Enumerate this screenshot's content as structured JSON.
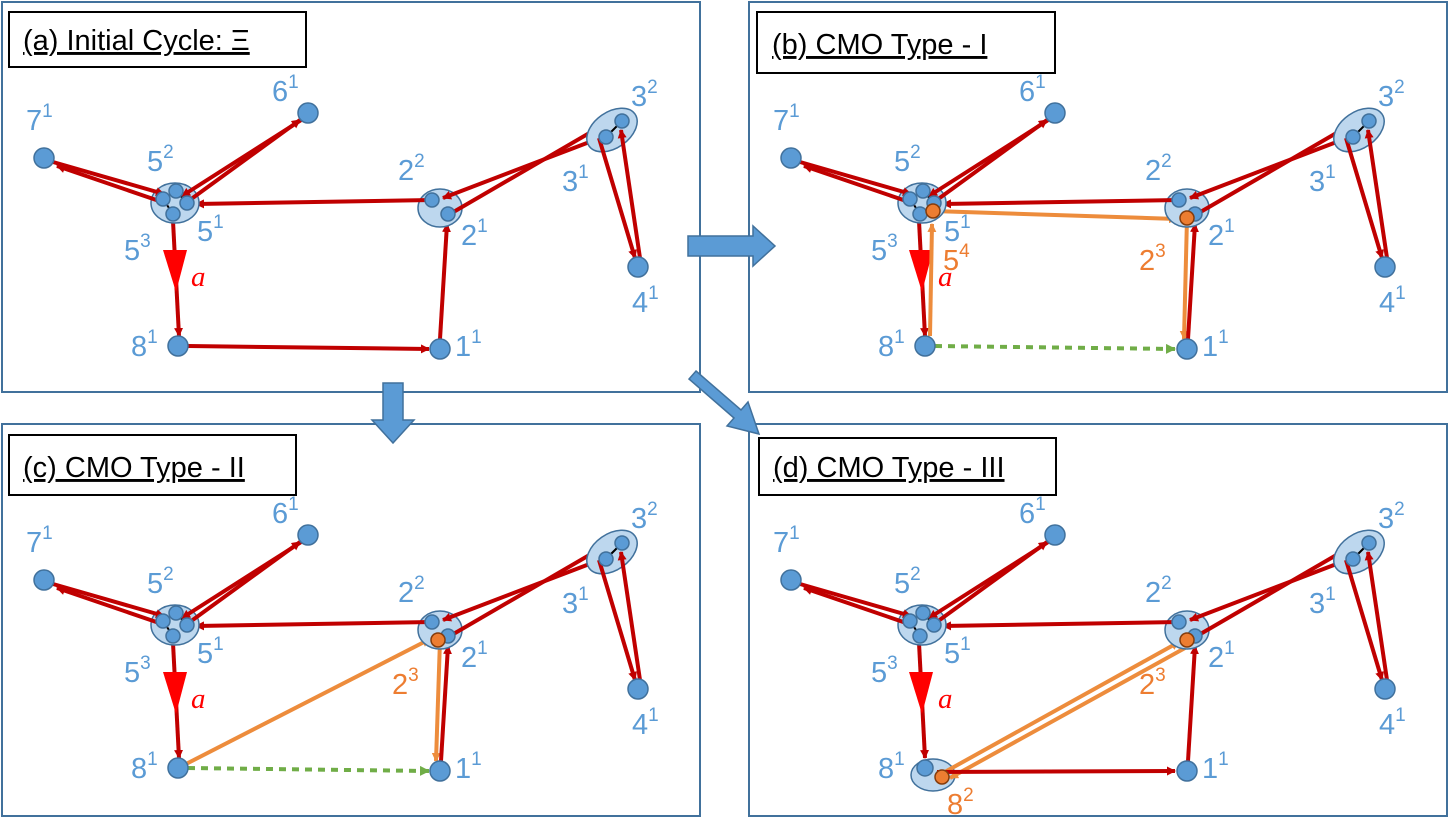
{
  "panels": {
    "a": {
      "title": "(a) Initial Cycle: Ξ"
    },
    "b": {
      "title": "(b) CMO Type - I"
    },
    "c": {
      "title": "(c) CMO Type - II"
    },
    "d": {
      "title": "(d) CMO Type - III"
    }
  },
  "nodes": {
    "n7": {
      "base": "7",
      "sup": "1"
    },
    "n6": {
      "base": "6",
      "sup": "1"
    },
    "n52": {
      "base": "5",
      "sup": "2"
    },
    "n51": {
      "base": "5",
      "sup": "1"
    },
    "n53": {
      "base": "5",
      "sup": "3"
    },
    "n54": {
      "base": "5",
      "sup": "4"
    },
    "n22": {
      "base": "2",
      "sup": "2"
    },
    "n21": {
      "base": "2",
      "sup": "1"
    },
    "n23": {
      "base": "2",
      "sup": "3"
    },
    "n32": {
      "base": "3",
      "sup": "2"
    },
    "n31": {
      "base": "3",
      "sup": "1"
    },
    "n41": {
      "base": "4",
      "sup": "1"
    },
    "n81": {
      "base": "8",
      "sup": "1"
    },
    "n82": {
      "base": "8",
      "sup": "2"
    },
    "n11": {
      "base": "1",
      "sup": "1"
    }
  },
  "edge_label_a": "a",
  "colors": {
    "node": "#5b9bd5",
    "node_new": "#ed7d31",
    "cycle_edge": "#c00000",
    "new_edge": "#ed8c3c",
    "removed_edge": "#70ad47",
    "label_blue": "#5b9bd5",
    "label_orange": "#ed7d31",
    "label_a": "#ff0000"
  },
  "icons": {
    "transition": "block-arrow-icon"
  }
}
